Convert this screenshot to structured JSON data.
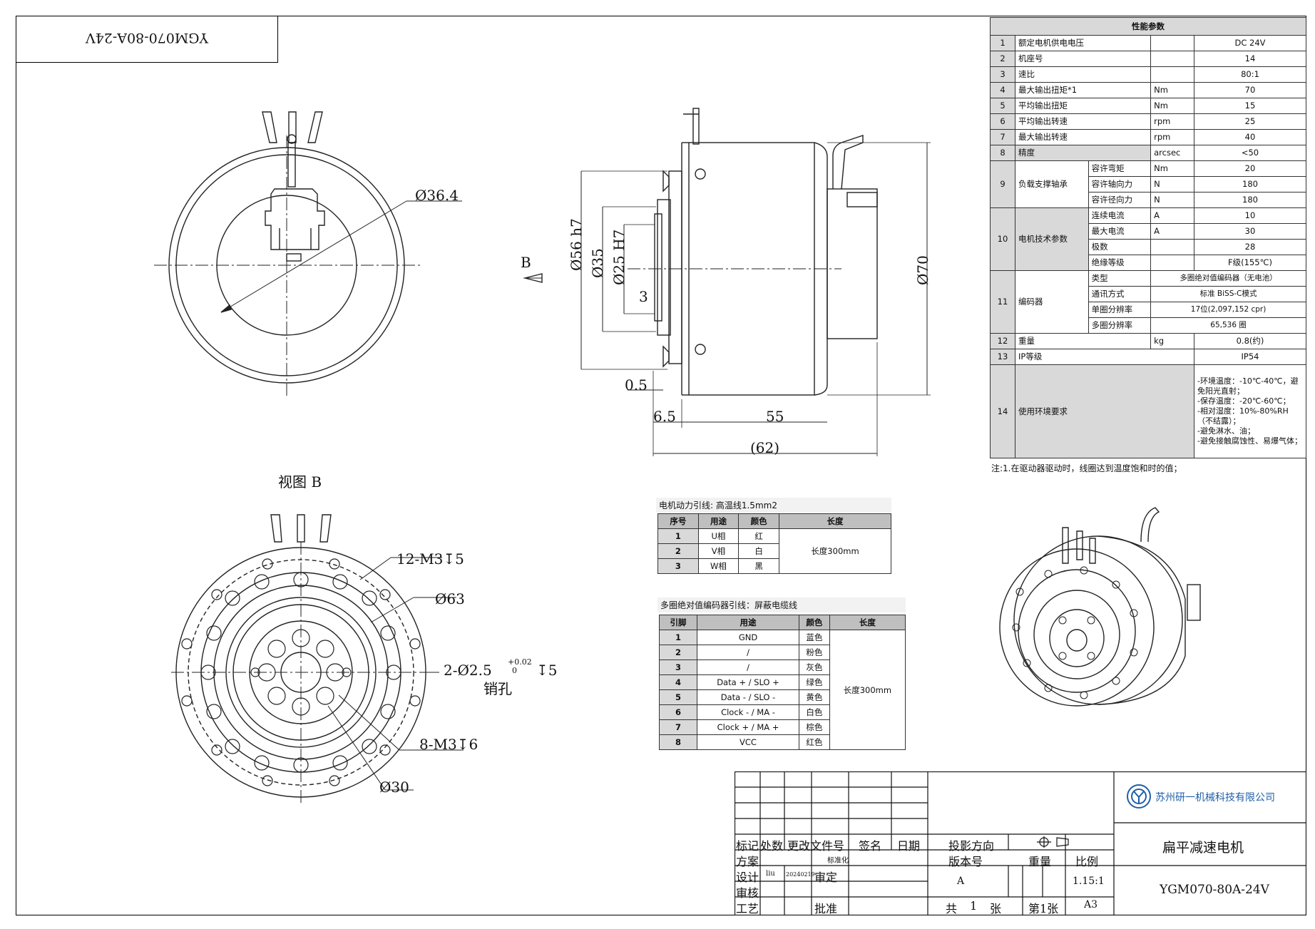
{
  "title_box": {
    "text": "YGM070-80A-24V"
  },
  "dims": {
    "d36": "Ø36.4",
    "view_b_arrow": "B",
    "d56": "Ø56 h7",
    "d35": "Ø35",
    "d25": "Ø25 H7",
    "d3": "3",
    "d70": "Ø70",
    "d05": "0.5",
    "d65": "6.5",
    "d55": "55",
    "d62": "(62)",
    "view_b_label": "视图 B",
    "m3x12": "12-M3↧5",
    "d63": "Ø63",
    "pin": "2-Ø2.5",
    "pin_tol_up": "+0.02",
    "pin_tol_low": "0",
    "pin_depth": "↧5",
    "pin_label": "销孔",
    "m3x8": "8-M3↧6",
    "d30": "Ø30"
  },
  "spec": {
    "header": "性能参数",
    "rows": [
      {
        "no": "1",
        "name": "额定电机供电电压",
        "sub": "",
        "unit": "",
        "value": "DC 24V"
      },
      {
        "no": "2",
        "name": "机座号",
        "sub": "",
        "unit": "",
        "value": "14"
      },
      {
        "no": "3",
        "name": "速比",
        "sub": "",
        "unit": "",
        "value": "80:1"
      },
      {
        "no": "4",
        "name": "最大输出扭矩*1",
        "sub": "",
        "unit": "Nm",
        "value": "70"
      },
      {
        "no": "5",
        "name": "平均输出扭矩",
        "sub": "",
        "unit": "Nm",
        "value": "15"
      },
      {
        "no": "6",
        "name": "平均输出转速",
        "sub": "",
        "unit": "rpm",
        "value": "25"
      },
      {
        "no": "7",
        "name": "最大输出转速",
        "sub": "",
        "unit": "rpm",
        "value": "40"
      },
      {
        "no": "8",
        "name": "精度",
        "sub": "",
        "unit": "arcsec",
        "value": "<50"
      }
    ],
    "g9": {
      "no": "9",
      "name": "负载支撑轴承",
      "subs": [
        {
          "sub": "容许弯矩",
          "unit": "Nm",
          "value": "20"
        },
        {
          "sub": "容许轴向力",
          "unit": "N",
          "value": "180"
        },
        {
          "sub": "容许径向力",
          "unit": "N",
          "value": "180"
        }
      ]
    },
    "g10": {
      "no": "10",
      "name": "电机技术参数",
      "subs": [
        {
          "sub": "连续电流",
          "unit": "A",
          "value": "10"
        },
        {
          "sub": "最大电流",
          "unit": "A",
          "value": "30"
        },
        {
          "sub": "极数",
          "unit": "",
          "value": "28"
        },
        {
          "sub": "绝缘等级",
          "unit": "",
          "value": "F级(155℃)"
        }
      ]
    },
    "g11": {
      "no": "11",
      "name": "编码器",
      "subs": [
        {
          "sub": "类型",
          "unit": "",
          "value": "多圈绝对值编码器（无电池）"
        },
        {
          "sub": "通讯方式",
          "unit": "",
          "value": "标准 BiSS-C模式"
        },
        {
          "sub": "单圈分辨率",
          "unit": "",
          "value": "17位(2,097,152 cpr)"
        },
        {
          "sub": "多圈分辨率",
          "unit": "",
          "value": "65,536 圈"
        }
      ]
    },
    "r12": {
      "no": "12",
      "name": "重量",
      "unit": "kg",
      "value": "0.8(约)"
    },
    "r13": {
      "no": "13",
      "name": "IP等级",
      "value": "IP54"
    },
    "r14": {
      "no": "14",
      "name": "使用环境要求",
      "value": "-环境温度：-10℃-40℃，避免阳光直射；\n-保存温度：-20℃-60℃；\n-相对湿度：10%-80%RH（不结露）；\n-避免淋水、油；\n-避免接触腐蚀性、易爆气体；"
    },
    "note": "注:1.在驱动器驱动时，线圈达到温度饱和时的值；"
  },
  "power_leads": {
    "title": "电机动力引线: 高温线1.5mm2",
    "headers": [
      "序号",
      "用途",
      "颜色",
      "长度"
    ],
    "rows": [
      [
        "1",
        "U相",
        "红"
      ],
      [
        "2",
        "V相",
        "白"
      ],
      [
        "3",
        "W相",
        "黑"
      ]
    ],
    "length": "长度300mm"
  },
  "encoder_leads": {
    "title": "多圈绝对值编码器引线：屏蔽电缆线",
    "headers": [
      "引脚",
      "用途",
      "颜色",
      "长度"
    ],
    "rows": [
      [
        "1",
        "GND",
        "蓝色"
      ],
      [
        "2",
        "/",
        "粉色"
      ],
      [
        "3",
        "/",
        "灰色"
      ],
      [
        "4",
        "Data + / SLO +",
        "绿色"
      ],
      [
        "5",
        "Data - / SLO -",
        "黄色"
      ],
      [
        "6",
        "Clock - / MA -",
        "白色"
      ],
      [
        "7",
        "Clock + / MA +",
        "棕色"
      ],
      [
        "8",
        "VCC",
        "红色"
      ]
    ],
    "length": "长度300mm"
  },
  "title_block": {
    "company": "苏州研一机械科技有限公司",
    "product": "扁平减速电机",
    "model": "YGM070-80A-24V",
    "h_mark": "标记",
    "h_count": "处数",
    "h_change": "更改文件号",
    "h_sign": "签名",
    "h_date": "日期",
    "r_scheme": "方案",
    "r_design": "设计",
    "r_review": "审核",
    "r_process": "工艺",
    "designer": "liu",
    "design_date": "20240219",
    "standard": "标准化",
    "audit": "审定",
    "approve": "批准",
    "projection": "投影方向",
    "version_no": "版本号",
    "weight": "重量",
    "scale": "比例",
    "version": "A",
    "scale_value": "1.15:1",
    "total": "共",
    "total_n": "1",
    "sheet_unit": "张",
    "sheet": "第1张",
    "paper": "A3"
  },
  "colors": {
    "logo": "#1f5fa8",
    "header_bg": "#d9d9d9"
  }
}
